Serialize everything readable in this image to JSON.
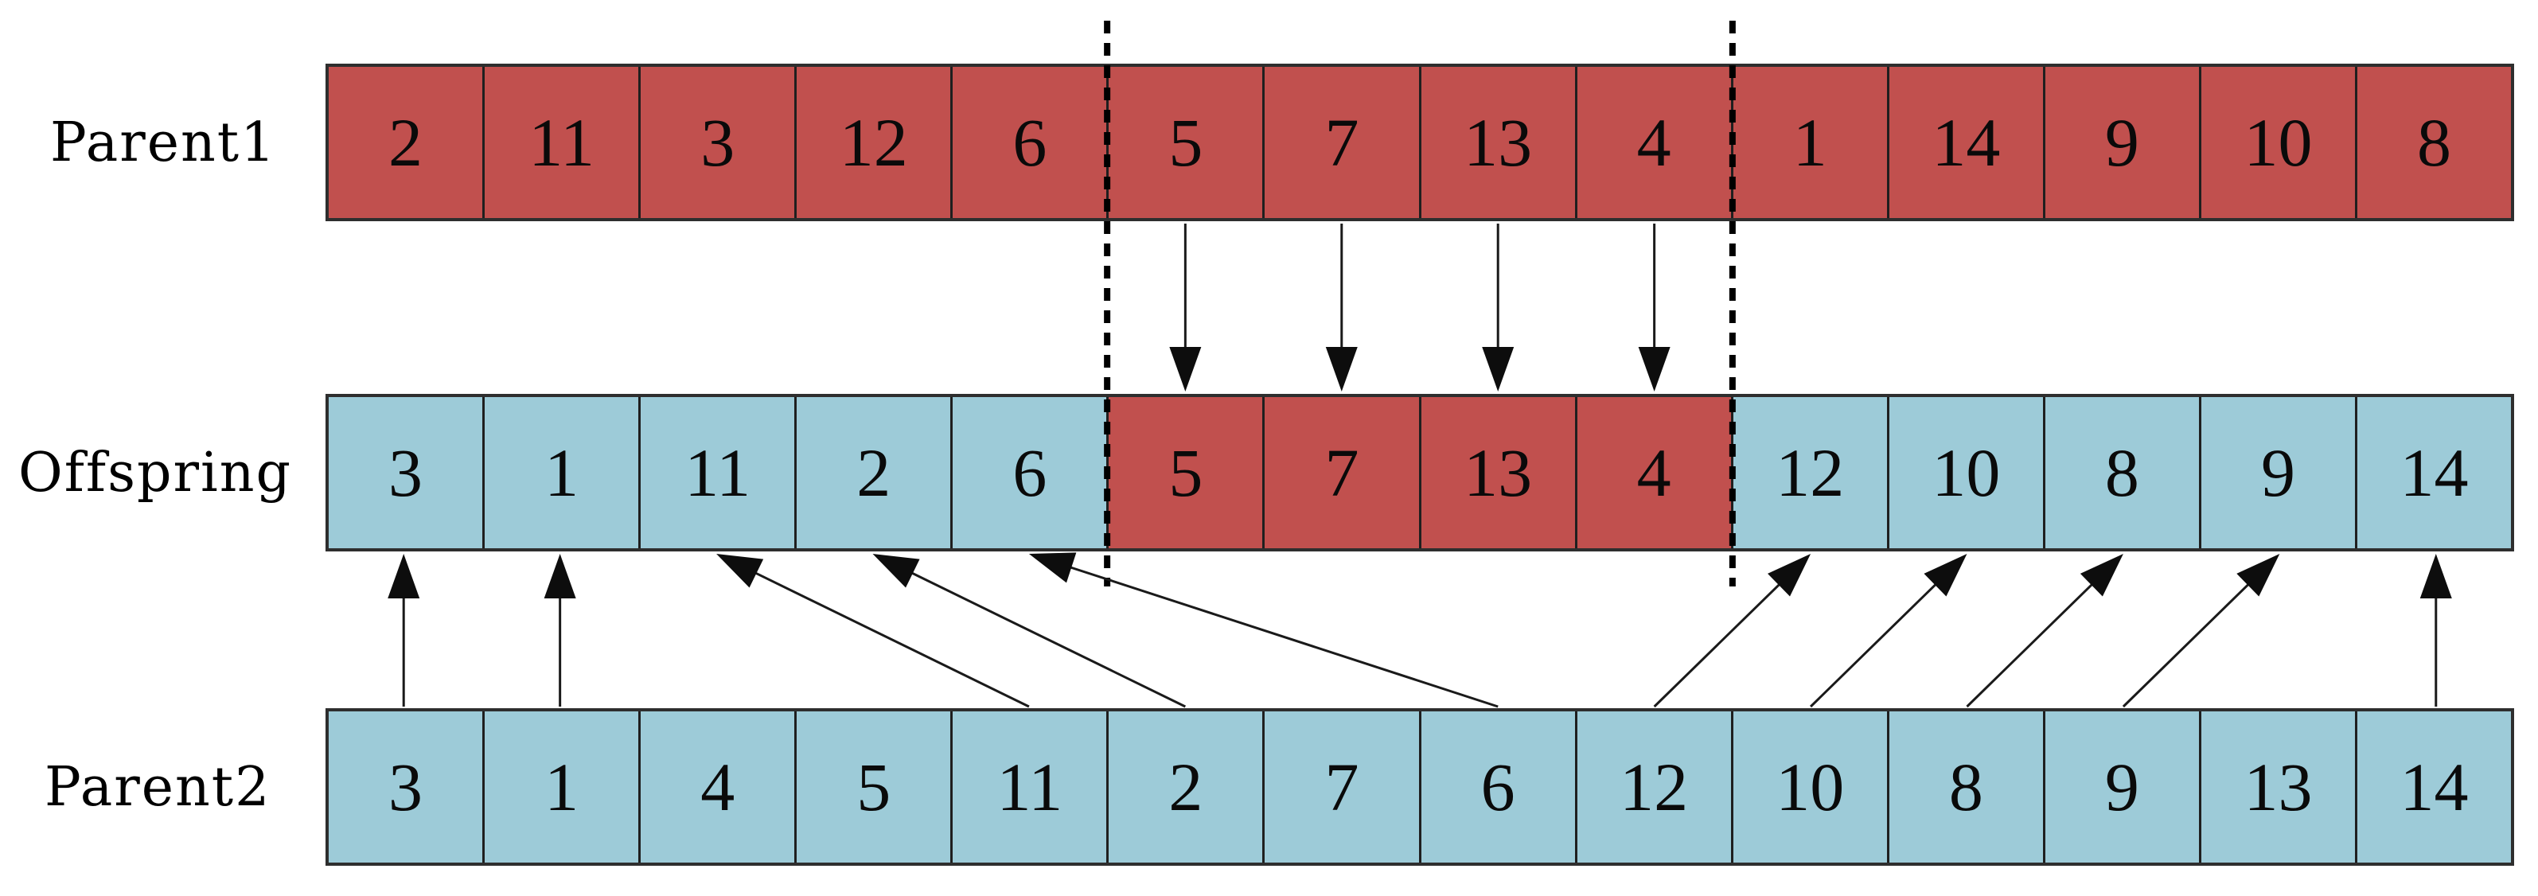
{
  "diagram": {
    "description": "Order crossover (OX) between two permutation parents producing an offspring",
    "rows": [
      {
        "id": "parent1",
        "label": "Parent1",
        "cell_color": "red",
        "values": [
          "2",
          "11",
          "3",
          "12",
          "6",
          "5",
          "7",
          "13",
          "4",
          "1",
          "14",
          "9",
          "10",
          "8"
        ]
      },
      {
        "id": "offspring",
        "label": "Offspring",
        "cell_color": "blue",
        "red_segment": {
          "start": 5,
          "end": 8
        },
        "values": [
          "3",
          "1",
          "11",
          "2",
          "6",
          "5",
          "7",
          "13",
          "4",
          "12",
          "10",
          "8",
          "9",
          "14"
        ]
      },
      {
        "id": "parent2",
        "label": "Parent2",
        "cell_color": "blue",
        "values": [
          "3",
          "1",
          "4",
          "5",
          "11",
          "2",
          "7",
          "6",
          "12",
          "10",
          "8",
          "9",
          "13",
          "14"
        ]
      }
    ],
    "crossover": {
      "cut_points": [
        5,
        9
      ],
      "parent1_to_offspring": [
        5,
        6,
        7,
        8
      ],
      "parent2_to_offspring": [
        {
          "from": 0,
          "to": 0
        },
        {
          "from": 1,
          "to": 1
        },
        {
          "from": 4,
          "to": 2
        },
        {
          "from": 5,
          "to": 3
        },
        {
          "from": 7,
          "to": 4
        },
        {
          "from": 8,
          "to": 9
        },
        {
          "from": 9,
          "to": 10
        },
        {
          "from": 10,
          "to": 11
        },
        {
          "from": 11,
          "to": 12
        },
        {
          "from": 13,
          "to": 13
        }
      ]
    },
    "colors": {
      "red": "#c1504e",
      "blue": "#9dcbd8",
      "border": "#2e2e2e",
      "divider": "#1f1f1f",
      "arrow": "#000000"
    }
  }
}
